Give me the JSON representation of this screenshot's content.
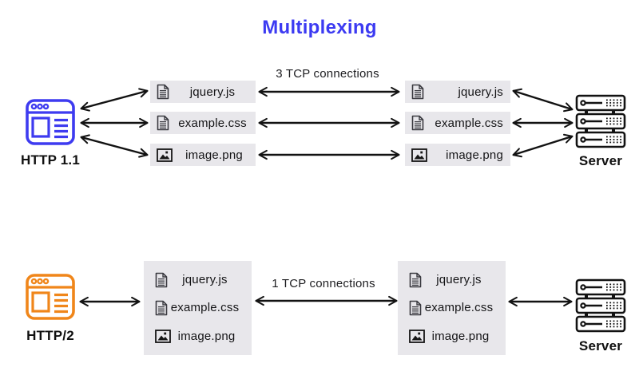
{
  "title": "Multiplexing",
  "colors": {
    "title_blue": "#3C3AF2",
    "http1_client_blue": "#3E3BF0",
    "http2_client_orange": "#F0861A",
    "file_box_gray": "#E8E7EB",
    "arrow_black": "#121212"
  },
  "http1_flow": {
    "client": {
      "label": "HTTP 1.1",
      "icon": "browser-icon"
    },
    "connection_label": "3 TCP connections",
    "client_files": [
      {
        "name": "jquery.js",
        "icon": "document-icon"
      },
      {
        "name": "example.css",
        "icon": "document-icon"
      },
      {
        "name": "image.png",
        "icon": "image-icon"
      }
    ],
    "server_files": [
      {
        "name": "jquery.js",
        "icon": "document-icon"
      },
      {
        "name": "example.css",
        "icon": "document-icon"
      },
      {
        "name": "image.png",
        "icon": "image-icon"
      }
    ],
    "server": {
      "label": "Server",
      "icon": "server-icon"
    }
  },
  "http2_flow": {
    "client": {
      "label": "HTTP/2",
      "icon": "browser-icon"
    },
    "connection_label": "1 TCP connections",
    "client_files": [
      {
        "name": "jquery.js",
        "icon": "document-icon"
      },
      {
        "name": "example.css",
        "icon": "document-icon"
      },
      {
        "name": "image.png",
        "icon": "image-icon"
      }
    ],
    "server_files": [
      {
        "name": "jquery.js",
        "icon": "document-icon"
      },
      {
        "name": "example.css",
        "icon": "document-icon"
      },
      {
        "name": "image.png",
        "icon": "image-icon"
      }
    ],
    "server": {
      "label": "Server",
      "icon": "server-icon"
    }
  }
}
